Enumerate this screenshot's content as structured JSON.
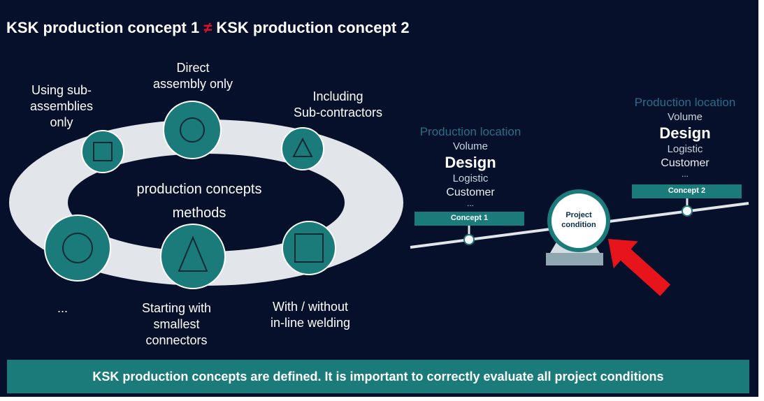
{
  "title": {
    "left": "KSK production concept 1",
    "symbol": "≠",
    "right": "KSK production concept 2"
  },
  "ring": {
    "center_line1": "production concepts",
    "center_line2": "methods",
    "labels": {
      "sub_assemblies": [
        "Using sub-",
        "assemblies",
        "only"
      ],
      "direct_assembly": [
        "Direct",
        "assembly only"
      ],
      "sub_contractors": [
        "Including",
        "Sub-contractors"
      ],
      "ellipsis": "...",
      "smallest_connectors": [
        "Starting with",
        "smallest",
        "connectors"
      ],
      "inline_welding": [
        "With / without",
        "in-line welding"
      ]
    }
  },
  "scale": {
    "left_stack": {
      "location": "Production location",
      "volume": "Volume",
      "design": "Design",
      "logistic": "Logistic",
      "customer": "Customer",
      "dots": "..."
    },
    "right_stack": {
      "location": "Production location",
      "volume": "Volume",
      "design": "Design",
      "logistic": "Logistic",
      "customer": "Customer",
      "dots": "..."
    },
    "concept1": "Concept 1",
    "concept2": "Concept 2",
    "fulcrum": [
      "Project",
      "condition"
    ]
  },
  "footer": "KSK production concepts are defined. It is important to correctly evaluate all project conditions",
  "colors": {
    "background": "#06102a",
    "teal": "#1b7b7a",
    "ring": "#e2e6ea",
    "red_arrow": "#e8141b"
  }
}
